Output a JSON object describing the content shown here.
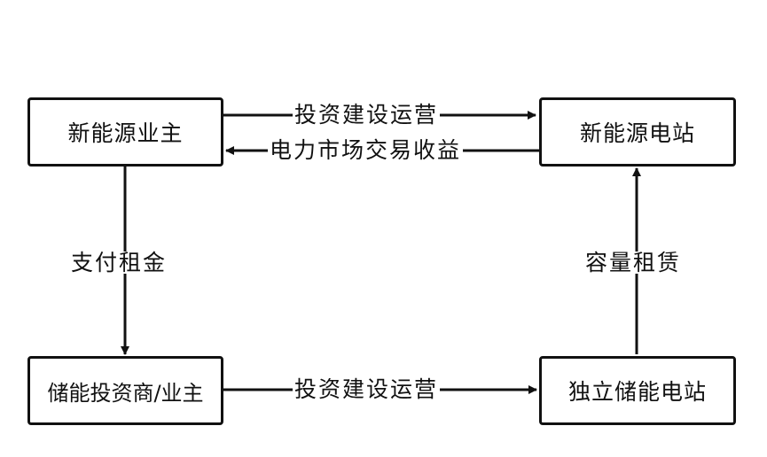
{
  "nodes": {
    "top_left": "新能源业主",
    "top_right": "新能源电站",
    "bottom_left": "储能投资商/业主",
    "bottom_right": "独立储能电站"
  },
  "edges": {
    "top_forward": "投资建设运营",
    "top_backward": "电力市场交易收益",
    "left_down": "支付租金",
    "right_up": "容量租赁",
    "bottom_forward": "投资建设运营"
  },
  "colors": {
    "line": "#111111",
    "background": "#ffffff"
  }
}
